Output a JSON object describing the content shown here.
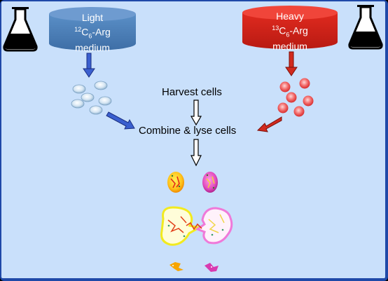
{
  "light_medium": {
    "line1": "Light",
    "isotope_mass": "12",
    "element": "C",
    "element_count": "6",
    "amino_acid": "-Arg",
    "line3": "medium",
    "color": "#4a7fb8"
  },
  "heavy_medium": {
    "line1": "Heavy",
    "isotope_mass": "13",
    "element": "C",
    "element_count": "6",
    "amino_acid": "-Arg",
    "line3": "medium",
    "color": "#d9261c"
  },
  "steps": {
    "harvest": "Harvest cells",
    "combine": "Combine & lyse cells"
  },
  "icons": {
    "left_flask": "erlenmeyer-flask-icon",
    "right_flask": "erlenmeyer-flask-icon"
  }
}
